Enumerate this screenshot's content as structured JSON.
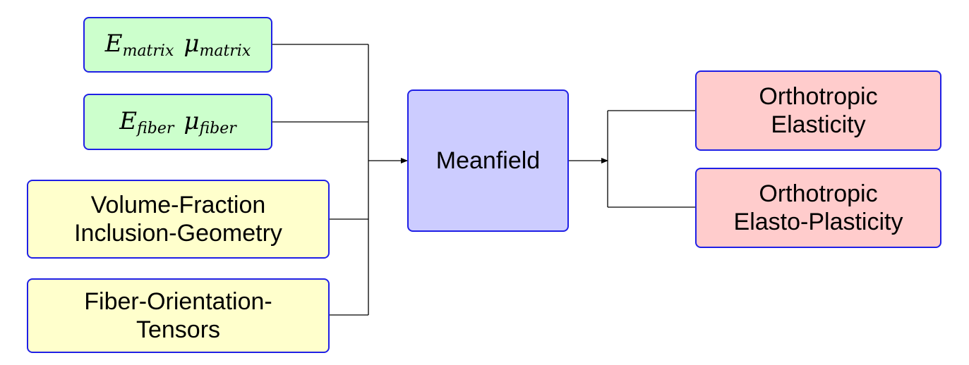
{
  "inputs": {
    "matrix": {
      "e_symbol": "E",
      "e_subscript": "matrix",
      "mu_symbol": "μ",
      "mu_subscript": "matrix"
    },
    "fiber": {
      "e_symbol": "E",
      "e_subscript": "fiber",
      "mu_symbol": "μ",
      "mu_subscript": "fiber"
    },
    "geometry": {
      "line1": "Volume-Fraction",
      "line2": "Inclusion-Geometry"
    },
    "orientation": {
      "line1": "Fiber-Orientation-",
      "line2": "Tensors"
    }
  },
  "center": {
    "label": "Meanfield"
  },
  "outputs": {
    "elasticity": {
      "line1": "Orthotropic",
      "line2": "Elasticity"
    },
    "elasto_plasticity": {
      "line1": "Orthotropic",
      "line2": "Elasto-Plasticity"
    }
  },
  "colors": {
    "input_material_fill": "#ccffcc",
    "input_parameter_fill": "#ffffcc",
    "center_fill": "#ccccff",
    "output_fill": "#ffcccc",
    "border": "#1f1fe6",
    "connector": "#000000"
  }
}
